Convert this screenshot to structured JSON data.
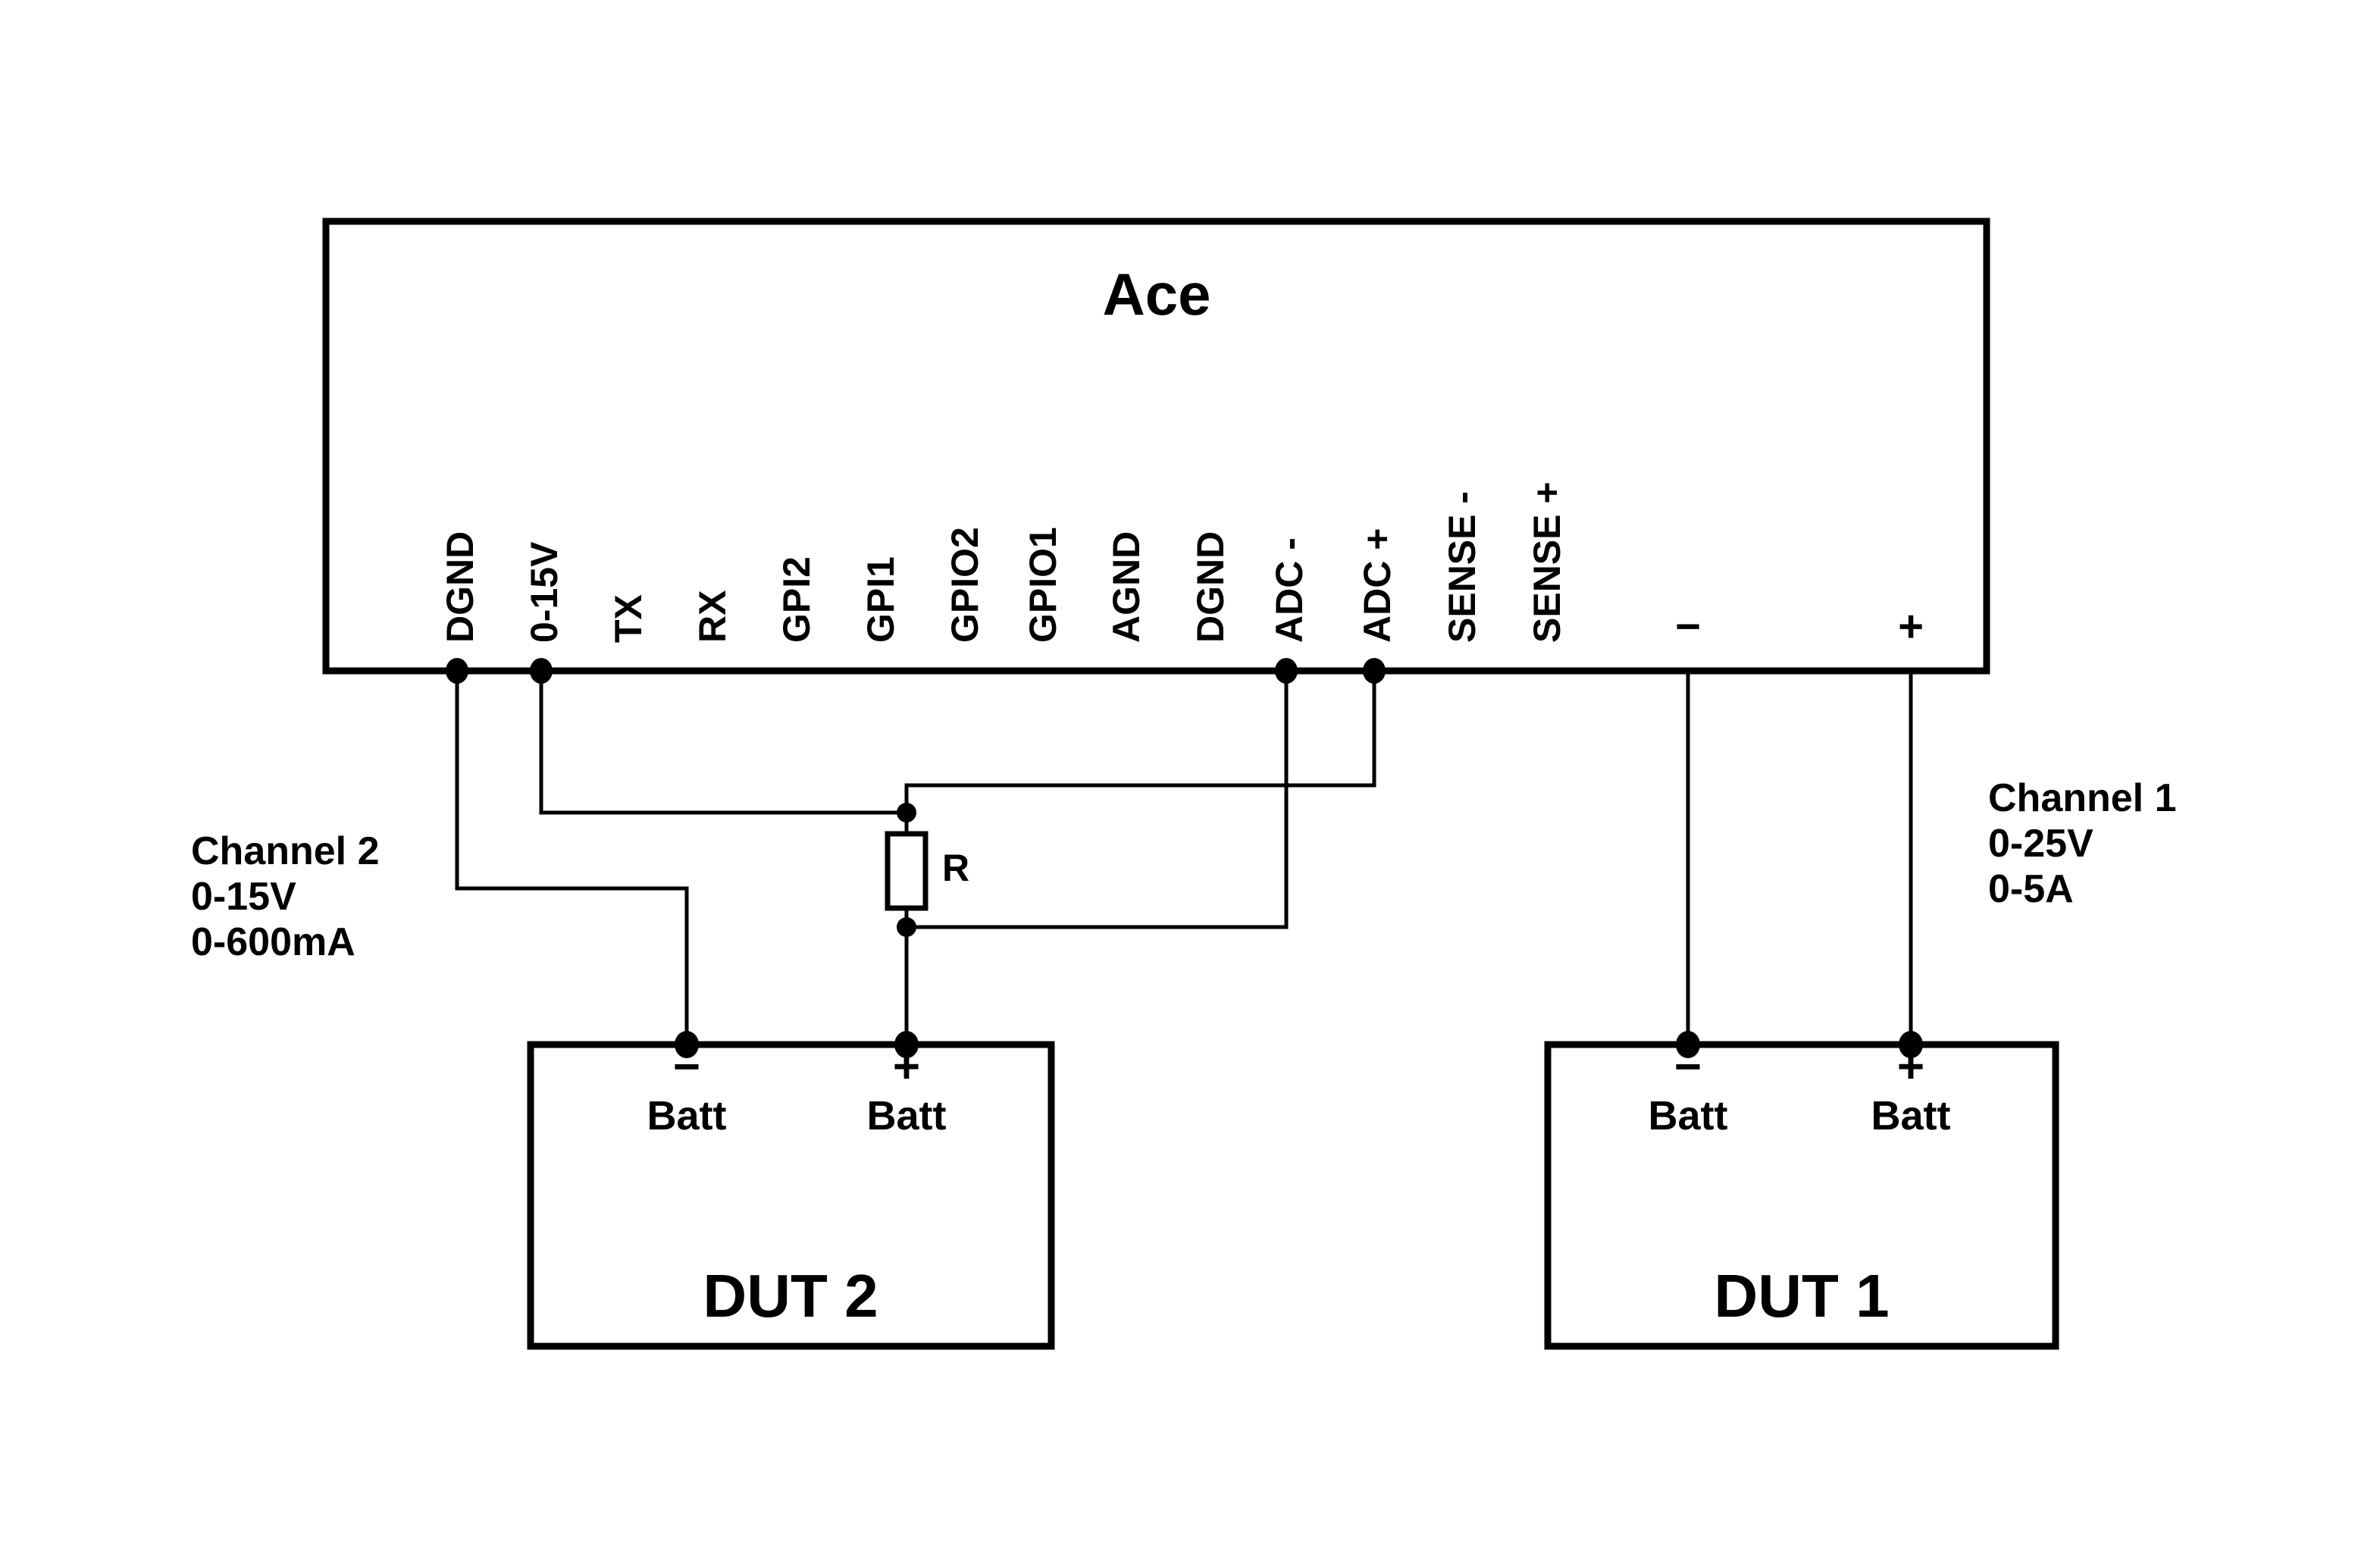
{
  "ace": {
    "title": "Ace",
    "pins": [
      "DGND",
      "0-15V",
      "TX",
      "RX",
      "GPI2",
      "GPI1",
      "GPIO2",
      "GPIO1",
      "AGND",
      "DGND",
      "ADC -",
      "ADC +",
      "SENSE -",
      "SENSE +"
    ],
    "output_minus": "−",
    "output_plus": "+"
  },
  "resistor": {
    "label": "R"
  },
  "channel2": {
    "name": "Channel 2",
    "voltage_range": "0-15V",
    "current_range": "0-600mA"
  },
  "channel1": {
    "name": "Channel 1",
    "voltage_range": "0-25V",
    "current_range": "0-5A"
  },
  "dut2": {
    "title": "DUT 2",
    "neg_sign": "−",
    "pos_sign": "+",
    "neg_label": "Batt",
    "pos_label": "Batt"
  },
  "dut1": {
    "title": "DUT 1",
    "neg_sign": "−",
    "pos_sign": "+",
    "neg_label": "Batt",
    "pos_label": "Batt"
  },
  "colors": {
    "ink": "#000000",
    "background": "#ffffff"
  }
}
